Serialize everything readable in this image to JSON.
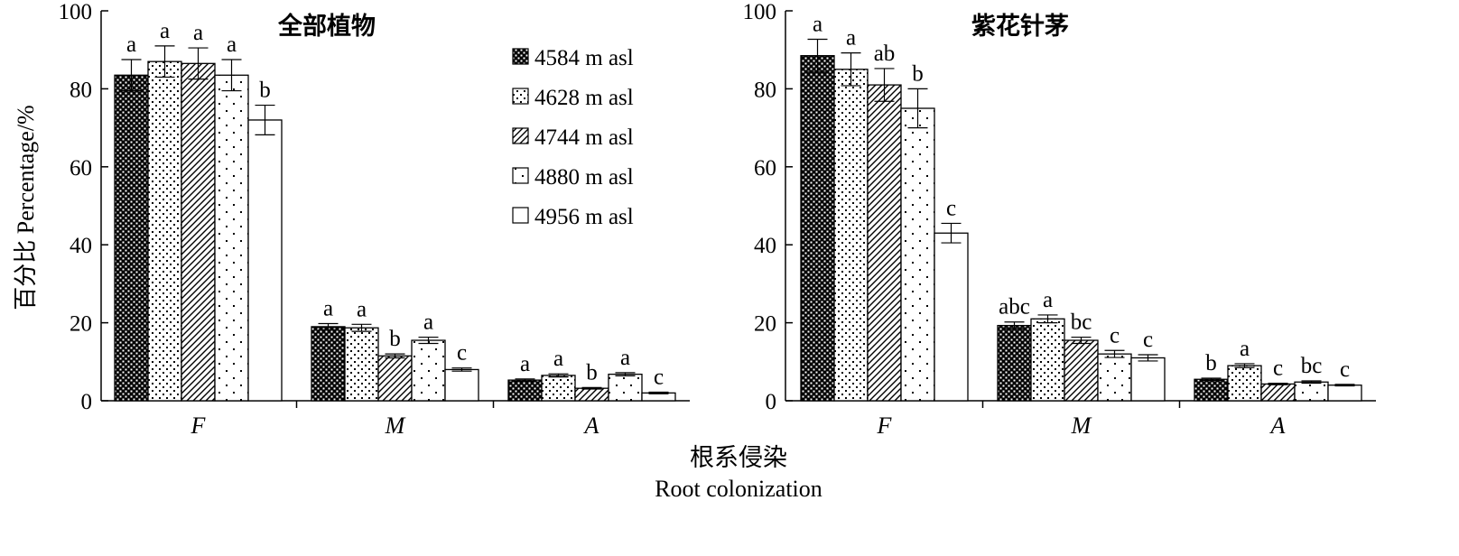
{
  "chart_data": {
    "type": "bar",
    "ylabel": "百分比 Percentage/%",
    "xlabel_cn": "根系侵染",
    "xlabel_en": "Root colonization",
    "ylim": [
      0,
      100
    ],
    "yticks": [
      0,
      20,
      40,
      60,
      80,
      100
    ],
    "categories": [
      "F",
      "M",
      "A"
    ],
    "legend_position": "upper-center",
    "series_names": [
      "4584 m asl",
      "4628 m asl",
      "4744 m asl",
      "4880 m asl",
      "4956 m asl"
    ],
    "panels": [
      {
        "title": "全部植物",
        "show_legend": true,
        "series": [
          {
            "name": "4584 m asl",
            "values": [
              83.5,
              19.0,
              5.3
            ],
            "errors": [
              4.0,
              0.8,
              0.3
            ],
            "letters": [
              "a",
              "a",
              "a"
            ]
          },
          {
            "name": "4628 m asl",
            "values": [
              87.0,
              18.7,
              6.5
            ],
            "errors": [
              4.0,
              0.9,
              0.4
            ],
            "letters": [
              "a",
              "a",
              "a"
            ]
          },
          {
            "name": "4744 m asl",
            "values": [
              86.5,
              11.5,
              3.2
            ],
            "errors": [
              4.0,
              0.5,
              0.2
            ],
            "letters": [
              "a",
              "b",
              "b"
            ]
          },
          {
            "name": "4880 m asl",
            "values": [
              83.5,
              15.5,
              6.8
            ],
            "errors": [
              4.0,
              0.8,
              0.4
            ],
            "letters": [
              "a",
              "a",
              "a"
            ]
          },
          {
            "name": "4956 m asl",
            "values": [
              72.0,
              8.0,
              2.0
            ],
            "errors": [
              3.8,
              0.4,
              0.2
            ],
            "letters": [
              "b",
              "c",
              "c"
            ]
          }
        ]
      },
      {
        "title": "紫花针茅",
        "show_legend": false,
        "series": [
          {
            "name": "4584 m asl",
            "values": [
              88.5,
              19.3,
              5.5
            ],
            "errors": [
              4.2,
              0.9,
              0.3
            ],
            "letters": [
              "a",
              "abc",
              "b"
            ]
          },
          {
            "name": "4628 m asl",
            "values": [
              85.0,
              21.0,
              9.0
            ],
            "errors": [
              4.2,
              1.0,
              0.5
            ],
            "letters": [
              "a",
              "a",
              "a"
            ]
          },
          {
            "name": "4744 m asl",
            "values": [
              81.0,
              15.5,
              4.3
            ],
            "errors": [
              4.2,
              0.8,
              0.2
            ],
            "letters": [
              "ab",
              "bc",
              "c"
            ]
          },
          {
            "name": "4880 m asl",
            "values": [
              75.0,
              12.0,
              4.8
            ],
            "errors": [
              5.0,
              0.9,
              0.3
            ],
            "letters": [
              "b",
              "c",
              "bc"
            ]
          },
          {
            "name": "4956 m asl",
            "values": [
              43.0,
              11.0,
              4.0
            ],
            "errors": [
              2.5,
              0.8,
              0.2
            ],
            "letters": [
              "c",
              "c",
              "c"
            ]
          }
        ]
      }
    ]
  }
}
